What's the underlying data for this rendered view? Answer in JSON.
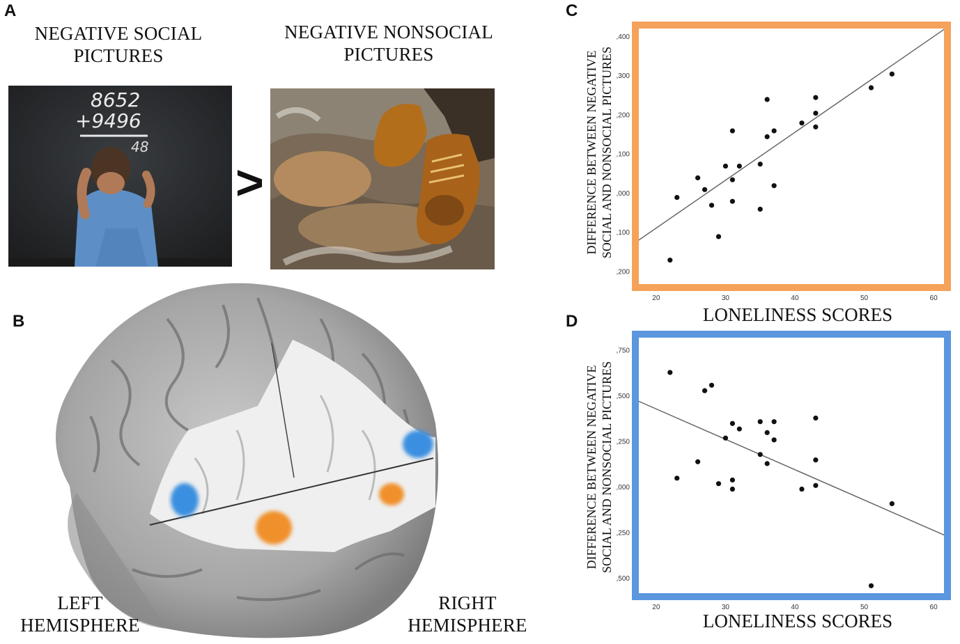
{
  "panels": {
    "a": {
      "letter": "A",
      "left_caption_1": "NEGATIVE SOCIAL",
      "left_caption_2": "PICTURES",
      "right_caption_1": "NEGATIVE NONSOCIAL",
      "right_caption_2": "PICTURES",
      "comparison": ">",
      "chalk_1": "8652",
      "chalk_2": "+9496",
      "chalk_3": "48"
    },
    "b": {
      "letter": "B",
      "left_label_1": "LEFT",
      "left_label_2": "HEMISPHERE",
      "right_label_1": "RIGHT",
      "right_label_2": "HEMISPHERE"
    },
    "c": {
      "letter": "C"
    },
    "d": {
      "letter": "D"
    }
  },
  "colors": {
    "orange_frame": "#f5a25a",
    "blue_frame": "#5b96de",
    "orange_blob": "#f0902a",
    "blue_blob": "#3b8fe0"
  },
  "chart_data": [
    {
      "type": "scatter",
      "panel": "C",
      "ylabel_1": "DIFFERENCE BETWEEN NEGATIVE",
      "ylabel_2": "SOCIAL AND NONSOCIAL PICTURES",
      "xlabel": "LONELINESS SCORES",
      "xlim": [
        17,
        62
      ],
      "ylim": [
        -0.24,
        0.43
      ],
      "xticks": [
        20,
        30,
        40,
        50,
        60
      ],
      "xtick_labels": [
        "20",
        "30",
        "40",
        "50",
        "60"
      ],
      "yticks": [
        -0.2,
        -0.1,
        0,
        0.1,
        0.2,
        0.3,
        0.4
      ],
      "ytick_labels": [
        ",200",
        ",100",
        ",000",
        ",100",
        ",200",
        ",300",
        ",400"
      ],
      "points": [
        [
          22,
          -0.17
        ],
        [
          23,
          -0.01
        ],
        [
          26,
          0.04
        ],
        [
          27,
          0.01
        ],
        [
          28,
          -0.03
        ],
        [
          29,
          -0.11
        ],
        [
          30,
          0.07
        ],
        [
          31,
          -0.02
        ],
        [
          31,
          0.035
        ],
        [
          31,
          0.16
        ],
        [
          32,
          0.07
        ],
        [
          35,
          -0.04
        ],
        [
          35,
          0.075
        ],
        [
          36,
          0.145
        ],
        [
          36,
          0.24
        ],
        [
          37,
          0.16
        ],
        [
          37,
          0.02
        ],
        [
          41,
          0.18
        ],
        [
          43,
          0.245
        ],
        [
          43,
          0.205
        ],
        [
          43,
          0.17
        ],
        [
          51,
          0.27
        ],
        [
          54,
          0.305
        ]
      ],
      "fit_line": [
        [
          17,
          -0.125
        ],
        [
          62,
          0.425
        ]
      ],
      "frame_color": "#f5a25a"
    },
    {
      "type": "scatter",
      "panel": "D",
      "ylabel_1": "DIFFERENCE BETWEEN NEGATIVE",
      "ylabel_2": "SOCIAL AND NONSOCIAL PICTURES",
      "xlabel": "LONELINESS SCORES",
      "xlim": [
        17,
        62
      ],
      "ylim": [
        -0.6,
        0.84
      ],
      "xticks": [
        20,
        30,
        40,
        50,
        60
      ],
      "xtick_labels": [
        "20",
        "30",
        "40",
        "50",
        "60"
      ],
      "yticks": [
        -0.5,
        -0.25,
        0,
        0.25,
        0.5,
        0.75
      ],
      "ytick_labels": [
        ",500",
        ",250",
        ",000",
        ",250",
        ",500",
        ",750"
      ],
      "points": [
        [
          22,
          0.63
        ],
        [
          23,
          0.05
        ],
        [
          26,
          0.14
        ],
        [
          27,
          0.53
        ],
        [
          28,
          0.56
        ],
        [
          29,
          0.02
        ],
        [
          30,
          0.27
        ],
        [
          31,
          0.35
        ],
        [
          31,
          0.04
        ],
        [
          31,
          -0.01
        ],
        [
          32,
          0.32
        ],
        [
          35,
          0.18
        ],
        [
          35,
          0.36
        ],
        [
          36,
          0.3
        ],
        [
          36,
          0.13
        ],
        [
          37,
          0.36
        ],
        [
          37,
          0.26
        ],
        [
          41,
          -0.01
        ],
        [
          43,
          0.38
        ],
        [
          43,
          0.15
        ],
        [
          43,
          0.01
        ],
        [
          51,
          -0.54
        ],
        [
          54,
          -0.09
        ]
      ],
      "fit_line": [
        [
          17,
          0.48
        ],
        [
          62,
          -0.27
        ]
      ],
      "frame_color": "#5b96de"
    }
  ]
}
